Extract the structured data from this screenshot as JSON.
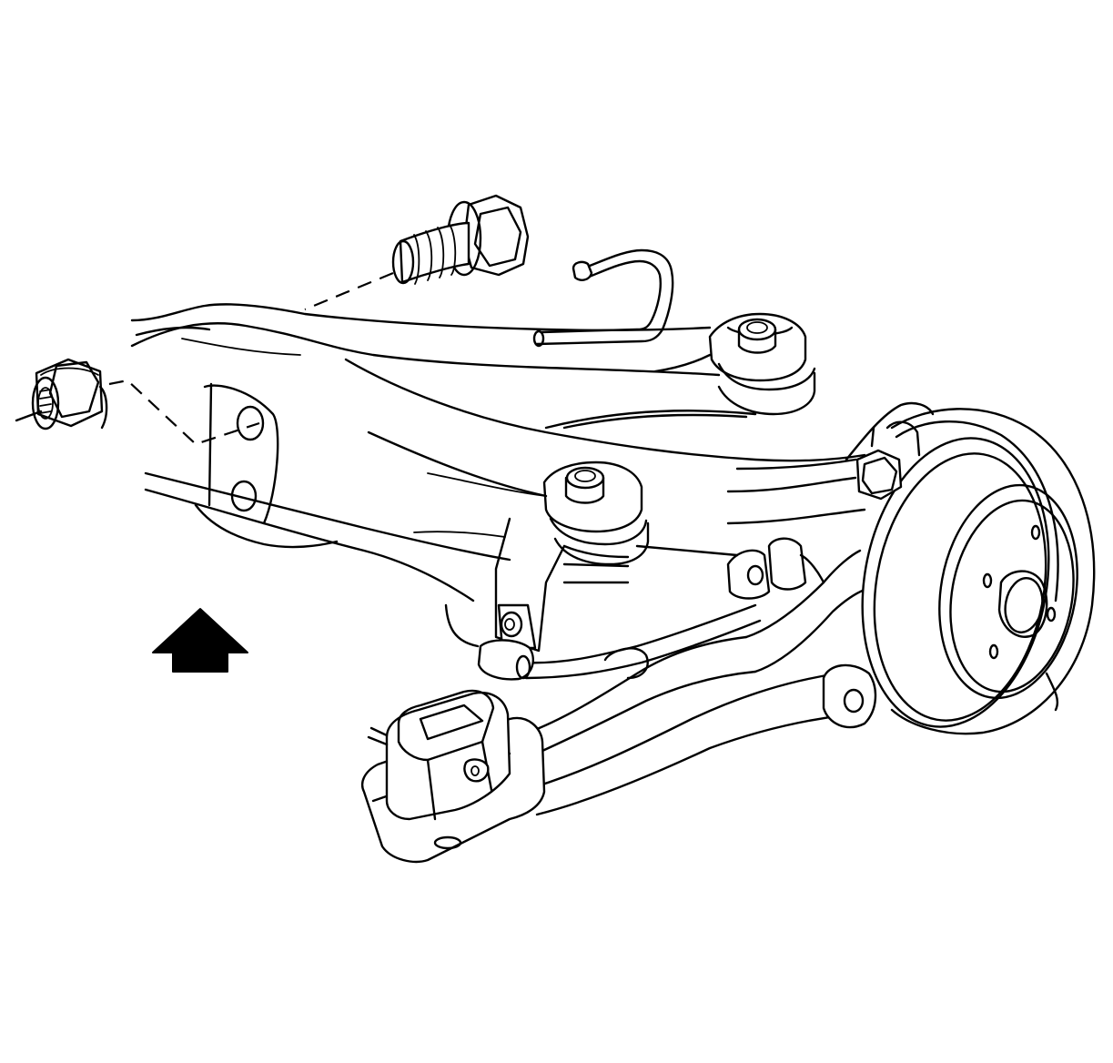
{
  "diagram": {
    "style": "black line art on white",
    "stroke_color": "#000000",
    "background_color": "#ffffff",
    "parts": [
      "frame-crossmember",
      "flange-nut",
      "hex-bolt",
      "brake-line",
      "upper-bushing-mount",
      "lower-bushing-mount",
      "stabilizer-bar",
      "stabilizer-link-bracket",
      "trailing-arm",
      "body-mount-bracket",
      "brake-drum-hub",
      "spindle-bolt"
    ],
    "icons": [
      "forward-direction-arrow-icon"
    ]
  }
}
